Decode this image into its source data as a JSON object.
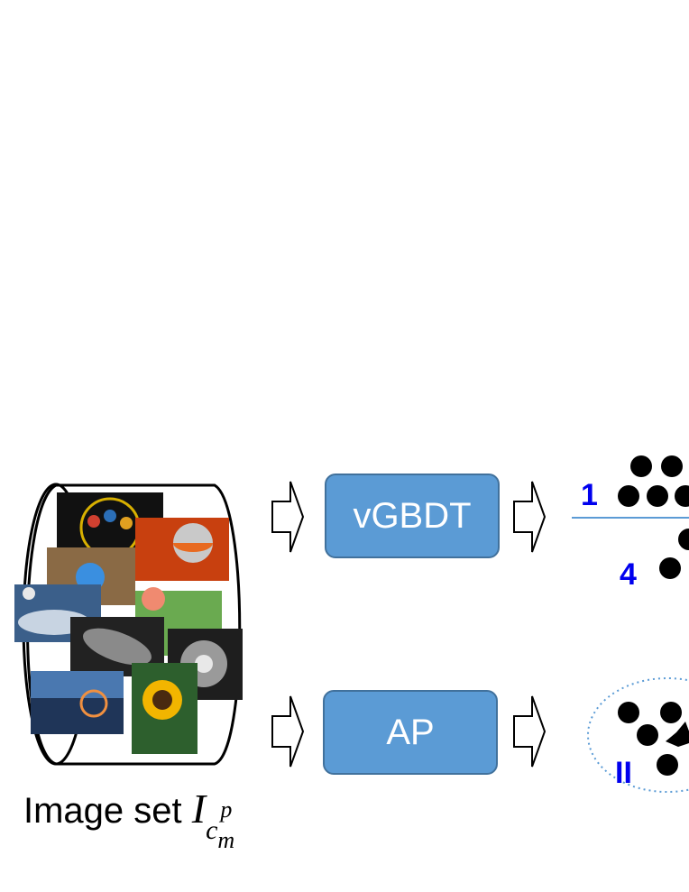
{
  "boxes": {
    "top_label": "vGBDT",
    "bottom_label": "AP"
  },
  "numbers": {
    "n1": "1",
    "n4": "4",
    "nII": "II"
  },
  "caption": {
    "prefix": "Image set ",
    "symbol": "I",
    "sub": "c",
    "sup": "p",
    "subsub": "m"
  },
  "colors": {
    "box_fill": "#5b9bd5",
    "box_border": "#41719c",
    "number_blue": "#0000ee",
    "line_blue": "#5b9bd5"
  }
}
